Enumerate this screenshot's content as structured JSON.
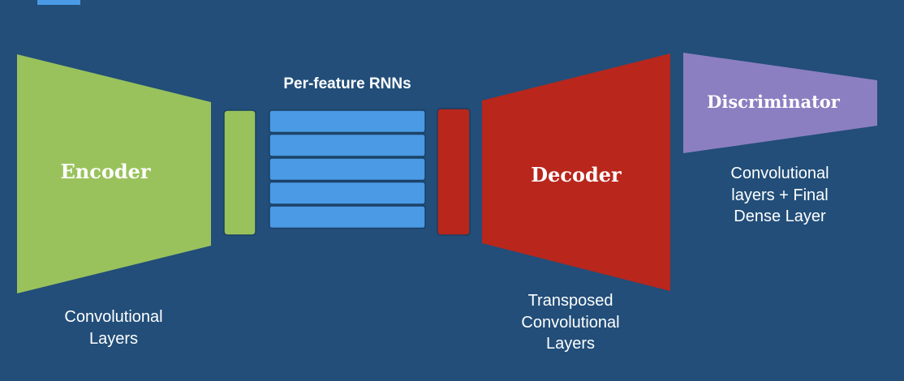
{
  "diagram": {
    "encoder": {
      "label": "Encoder",
      "caption": "Convolutional\nLayers",
      "color": "#9ac25c"
    },
    "rnn": {
      "title": "Per-feature RNNs",
      "row_count": 5,
      "color": "#4a9ae5"
    },
    "decoder": {
      "label": "Decoder",
      "caption": "Transposed\nConvolutional\nLayers",
      "color": "#b9261c"
    },
    "discriminator": {
      "label": "Discriminator",
      "caption": "Convolutional\nlayers + Final\nDense Layer",
      "color": "#8c7fc1"
    },
    "background": "#224e79",
    "accent": "#4a9ae5"
  }
}
